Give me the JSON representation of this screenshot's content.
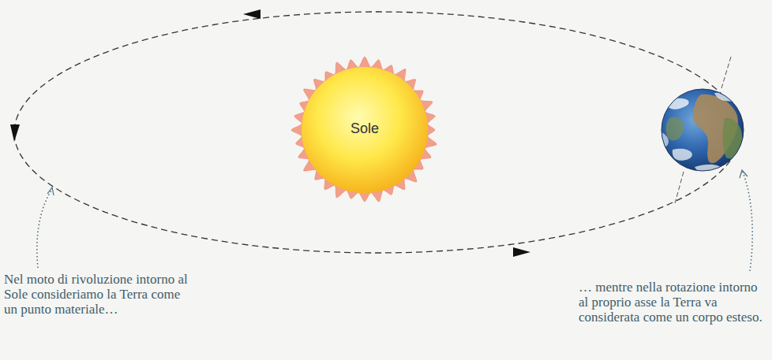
{
  "diagram": {
    "nodes": [
      {
        "text": [
          "Sole"
        ]
      }
    ],
    "labels": [
      "Nel moto di rivoluzione intorno al Sole consideriamo la Terra come un punto materiale…",
      "… mentre nella rotazione intorno al proprio asse la Terra va considerata come un corpo esteso."
    ]
  }
}
